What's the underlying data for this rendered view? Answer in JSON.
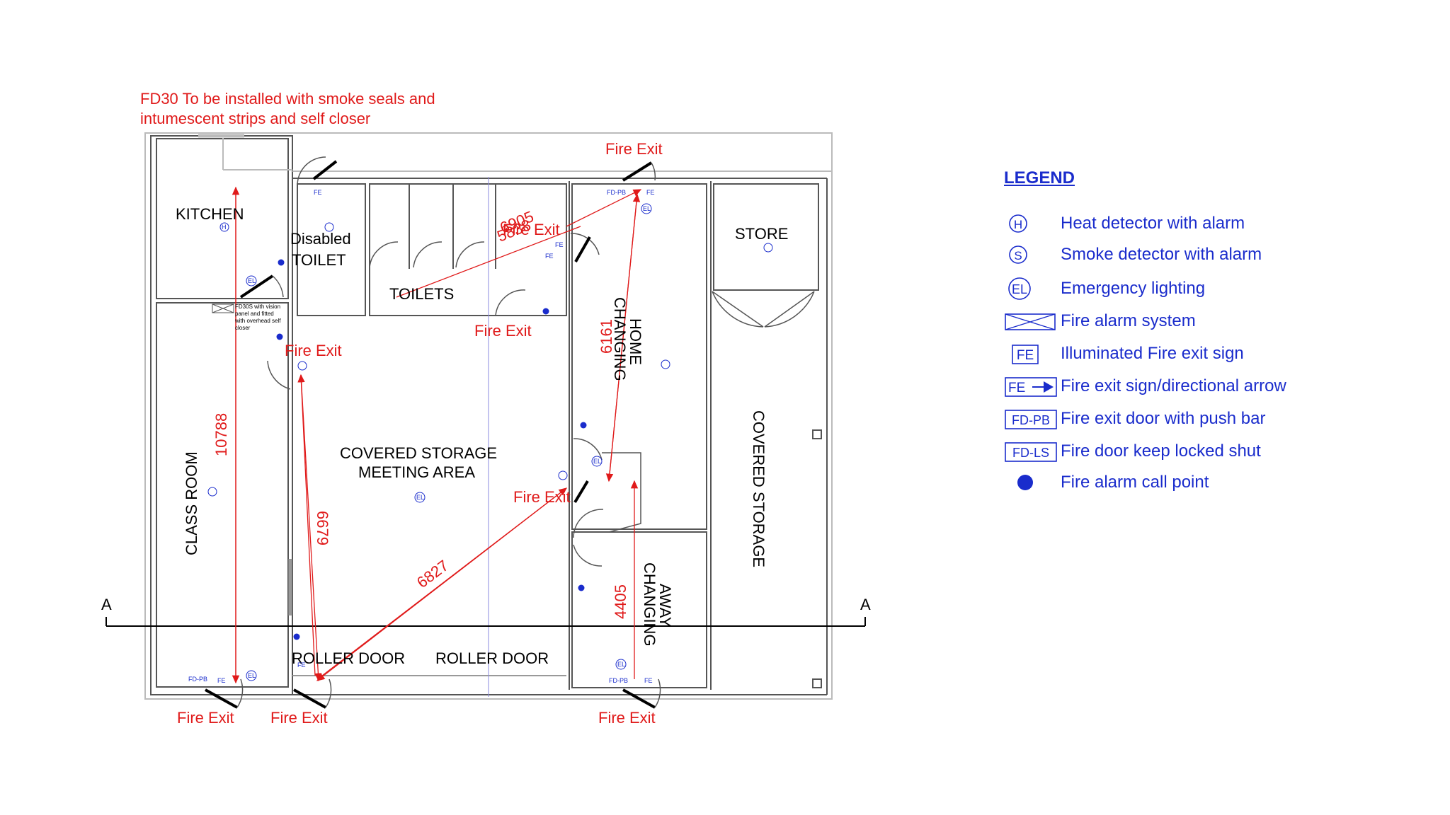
{
  "note": {
    "line1": "FD30 To be installed with smoke seals and",
    "line2": "intumescent strips and self closer"
  },
  "rooms": {
    "kitchen": "KITCHEN",
    "disabled_1": "Disabled",
    "disabled_2": "TOILET",
    "toilets": "TOILETS",
    "store": "STORE",
    "home_1": "HOME",
    "home_2": "CHANGING",
    "away_1": "AWAY",
    "away_2": "CHANGING",
    "classroom": "CLASS ROOM",
    "meeting_1": "COVERED  STORAGE",
    "meeting_2": "MEETING AREA",
    "covered_storage": "COVERED  STORAGE",
    "roller_door_1": "ROLLER DOOR",
    "roller_door_2": "ROLLER DOOR"
  },
  "fd30s_note": [
    "FD30S with vision",
    "panel and fitted",
    "with overhead self",
    "closer"
  ],
  "fire_exit": "Fire Exit",
  "section_marker": "A",
  "dimensions": {
    "d10788": "10788",
    "d6679": "6679",
    "d6827": "6827",
    "d6161": "6161",
    "d4405": "4405",
    "d5838": "5838",
    "d6905": "6905"
  },
  "sign_labels": {
    "fe": "FE",
    "fd_pb": "FD-PB",
    "fd_ls": "FD-LS",
    "el": "EL",
    "h": "H",
    "s": "S"
  },
  "legend": {
    "title": "LEGEND",
    "items": [
      {
        "symbol": "heat-detector",
        "label": "Heat detector with alarm"
      },
      {
        "symbol": "smoke-detector",
        "label": "Smoke detector with alarm"
      },
      {
        "symbol": "emergency-light",
        "label": "Emergency lighting"
      },
      {
        "symbol": "fire-alarm-system",
        "label": "Fire alarm system"
      },
      {
        "symbol": "fe-sign",
        "label": "Illuminated Fire exit sign"
      },
      {
        "symbol": "fe-arrow",
        "label": "Fire exit sign/directional arrow"
      },
      {
        "symbol": "fd-pb",
        "label": "Fire exit door with push bar"
      },
      {
        "symbol": "fd-ls",
        "label": "Fire door keep locked shut"
      },
      {
        "symbol": "call-point",
        "label": "Fire alarm call point"
      }
    ]
  },
  "colors": {
    "walls": "#555555",
    "red": "#e01a1a",
    "blue": "#1a2ccc",
    "black": "#000000"
  }
}
